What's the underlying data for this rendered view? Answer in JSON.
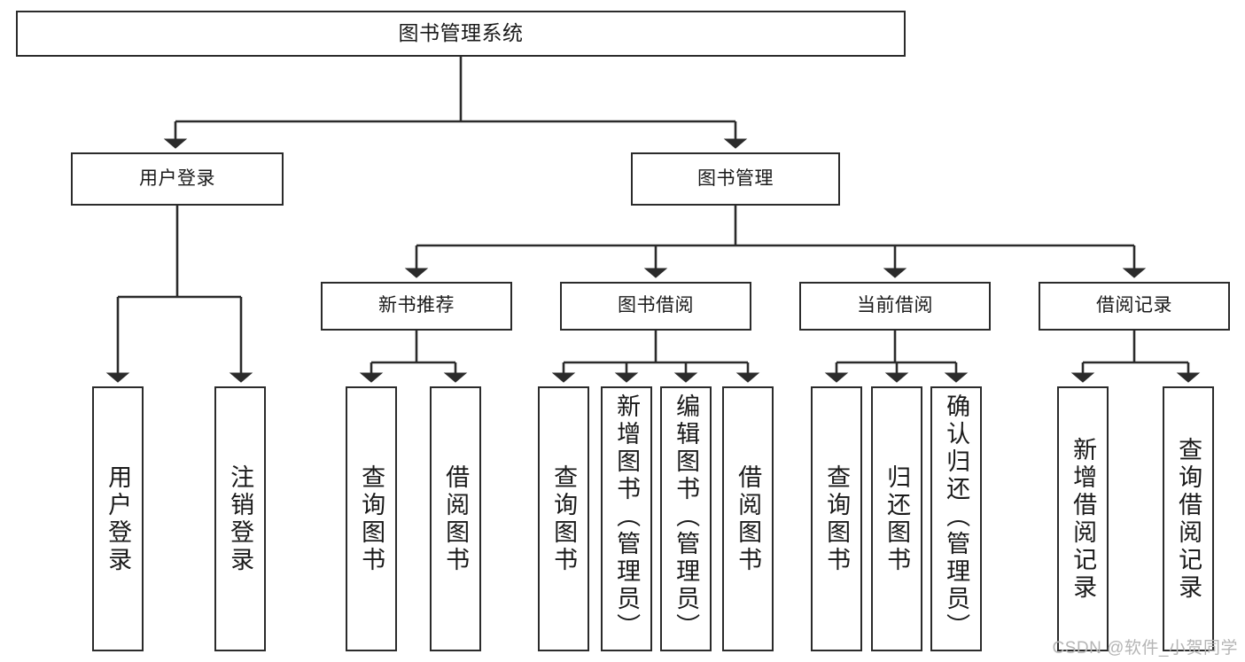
{
  "diagram": {
    "type": "tree",
    "title": "图书管理系统",
    "root": {
      "label": "图书管理系统"
    },
    "level1": [
      {
        "id": "user-login",
        "label": "用户登录"
      },
      {
        "id": "book-manage",
        "label": "图书管理"
      }
    ],
    "level2": [
      {
        "id": "new-book-rec",
        "label": "新书推荐",
        "parent": "book-manage"
      },
      {
        "id": "book-borrow",
        "label": "图书借阅",
        "parent": "book-manage"
      },
      {
        "id": "current-loan",
        "label": "当前借阅",
        "parent": "book-manage"
      },
      {
        "id": "loan-record",
        "label": "借阅记录",
        "parent": "book-manage"
      }
    ],
    "leaves": [
      {
        "id": "leaf-user-login",
        "label": "用户登录",
        "parent": "user-login"
      },
      {
        "id": "leaf-logout",
        "label": "注销登录",
        "parent": "user-login"
      },
      {
        "id": "leaf-query-book-rec",
        "label": "查询图书",
        "parent": "new-book-rec"
      },
      {
        "id": "leaf-borrow-book-rec",
        "label": "借阅图书",
        "parent": "new-book-rec"
      },
      {
        "id": "leaf-query-book-borrow",
        "label": "查询图书",
        "parent": "book-borrow"
      },
      {
        "id": "leaf-add-book",
        "label": "新增图书（管理员）",
        "parent": "book-borrow"
      },
      {
        "id": "leaf-edit-book",
        "label": "编辑图书（管理员）",
        "parent": "book-borrow"
      },
      {
        "id": "leaf-borrow-book",
        "label": "借阅图书",
        "parent": "book-borrow"
      },
      {
        "id": "leaf-query-book-cur",
        "label": "查询图书",
        "parent": "current-loan"
      },
      {
        "id": "leaf-return-book",
        "label": "归还图书",
        "parent": "current-loan"
      },
      {
        "id": "leaf-confirm-return",
        "label": "确认归还（管理员）",
        "parent": "current-loan"
      },
      {
        "id": "leaf-add-loan-record",
        "label": "新增借阅记录",
        "parent": "loan-record"
      },
      {
        "id": "leaf-query-loan-record",
        "label": "查询借阅记录",
        "parent": "loan-record"
      }
    ],
    "colors": {
      "box_border": "#2b2b2b",
      "box_fill": "#ffffff",
      "connector": "#2b2b2b",
      "text": "#1a1a1a",
      "watermark": "#b5b5b5"
    }
  },
  "watermark": {
    "text": "CSDN @软件_小贺同学"
  }
}
